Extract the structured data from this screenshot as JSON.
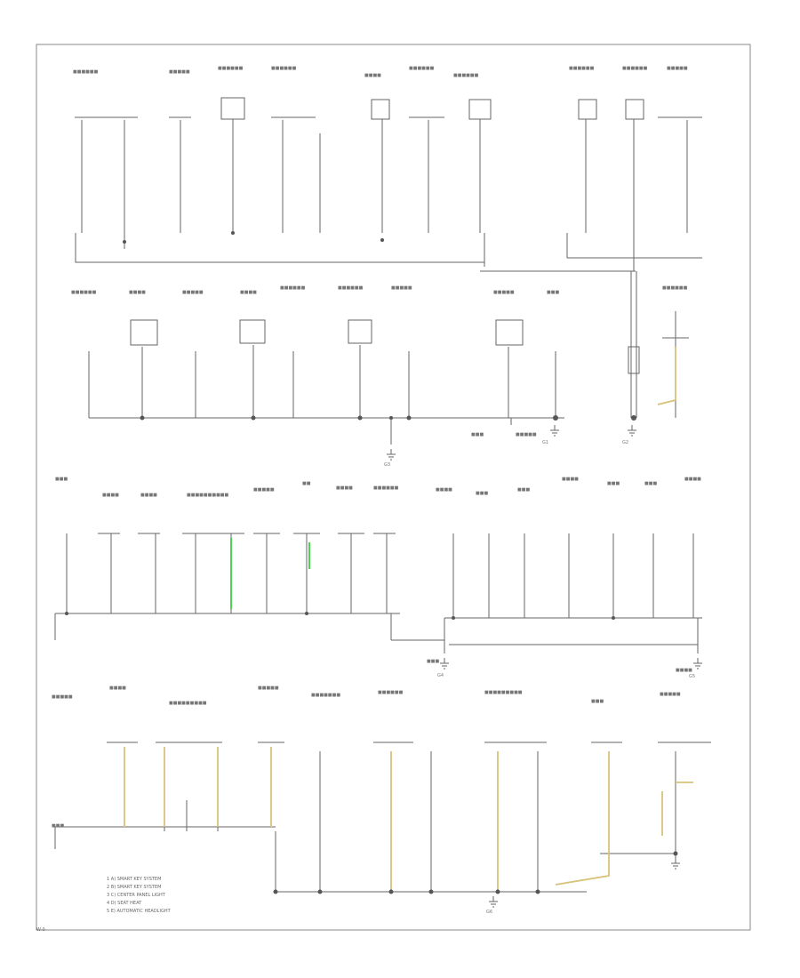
{
  "diagram": {
    "footer_code": "W-0",
    "legend": [
      "1  A) SMART KEY SYSTEM",
      "2  B) SMART KEY SYSTEM",
      "3  C) CENTER PANEL LIGHT",
      "4  D) SEAT HEAT",
      "5  E) AUTOMATIC HEADLIGHT"
    ],
    "ground_points": [
      "G1",
      "G2",
      "G3",
      "G4",
      "G5",
      "G6"
    ],
    "colors": {
      "wire": "#555555",
      "yellow_wire": "#d8c27a",
      "green_wire": "#34d13a",
      "frame": "#888888"
    }
  }
}
